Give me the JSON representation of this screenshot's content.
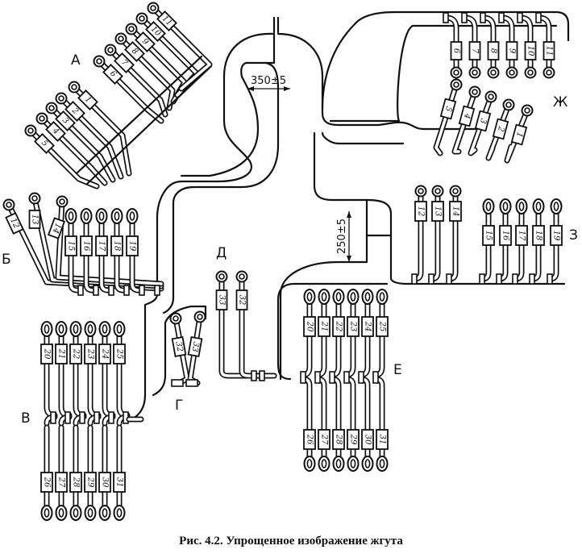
{
  "figure": {
    "caption": "Рис. 4.2. Упрощенное изображение жгута",
    "dimensions": {
      "top_trunk": "350±5",
      "right_trunk": "250±5"
    }
  },
  "groups": [
    {
      "id": "A",
      "label": "А",
      "lug_type": "ring",
      "tags": [
        "1",
        "2",
        "3",
        "4",
        "5",
        "6",
        "7",
        "8",
        "9",
        "10",
        "11"
      ]
    },
    {
      "id": "B",
      "label": "Б",
      "lug_type": "mixed",
      "tags": [
        "12",
        "13",
        "14",
        "15",
        "16",
        "17",
        "18",
        "19"
      ]
    },
    {
      "id": "V",
      "label": "В",
      "lug_type": "loop",
      "tags_top": [
        "20",
        "21",
        "22",
        "23",
        "24",
        "25"
      ],
      "tags_bottom": [
        "26",
        "27",
        "28",
        "29",
        "30",
        "31"
      ]
    },
    {
      "id": "G",
      "label": "Г",
      "lug_type": "ring",
      "tags": [
        "32",
        "33"
      ]
    },
    {
      "id": "D",
      "label": "Д",
      "lug_type": "ring",
      "tags": [
        "33",
        "32"
      ]
    },
    {
      "id": "E",
      "label": "Е",
      "lug_type": "loop",
      "tags_top": [
        "20",
        "21",
        "22",
        "23",
        "24",
        "25"
      ],
      "tags_bottom": [
        "26",
        "27",
        "28",
        "29",
        "30",
        "31"
      ]
    },
    {
      "id": "Zh",
      "label": "Ж",
      "lug_type": "ring",
      "tags_top": [
        "6",
        "7",
        "8",
        "9",
        "10",
        "11"
      ],
      "tags_bottom": [
        "5",
        "4",
        "3",
        "2",
        "1"
      ]
    },
    {
      "id": "Z",
      "label": "З",
      "lug_type": "mixed",
      "tags": [
        "12",
        "13",
        "14",
        "15",
        "16",
        "17",
        "18",
        "19"
      ]
    }
  ]
}
